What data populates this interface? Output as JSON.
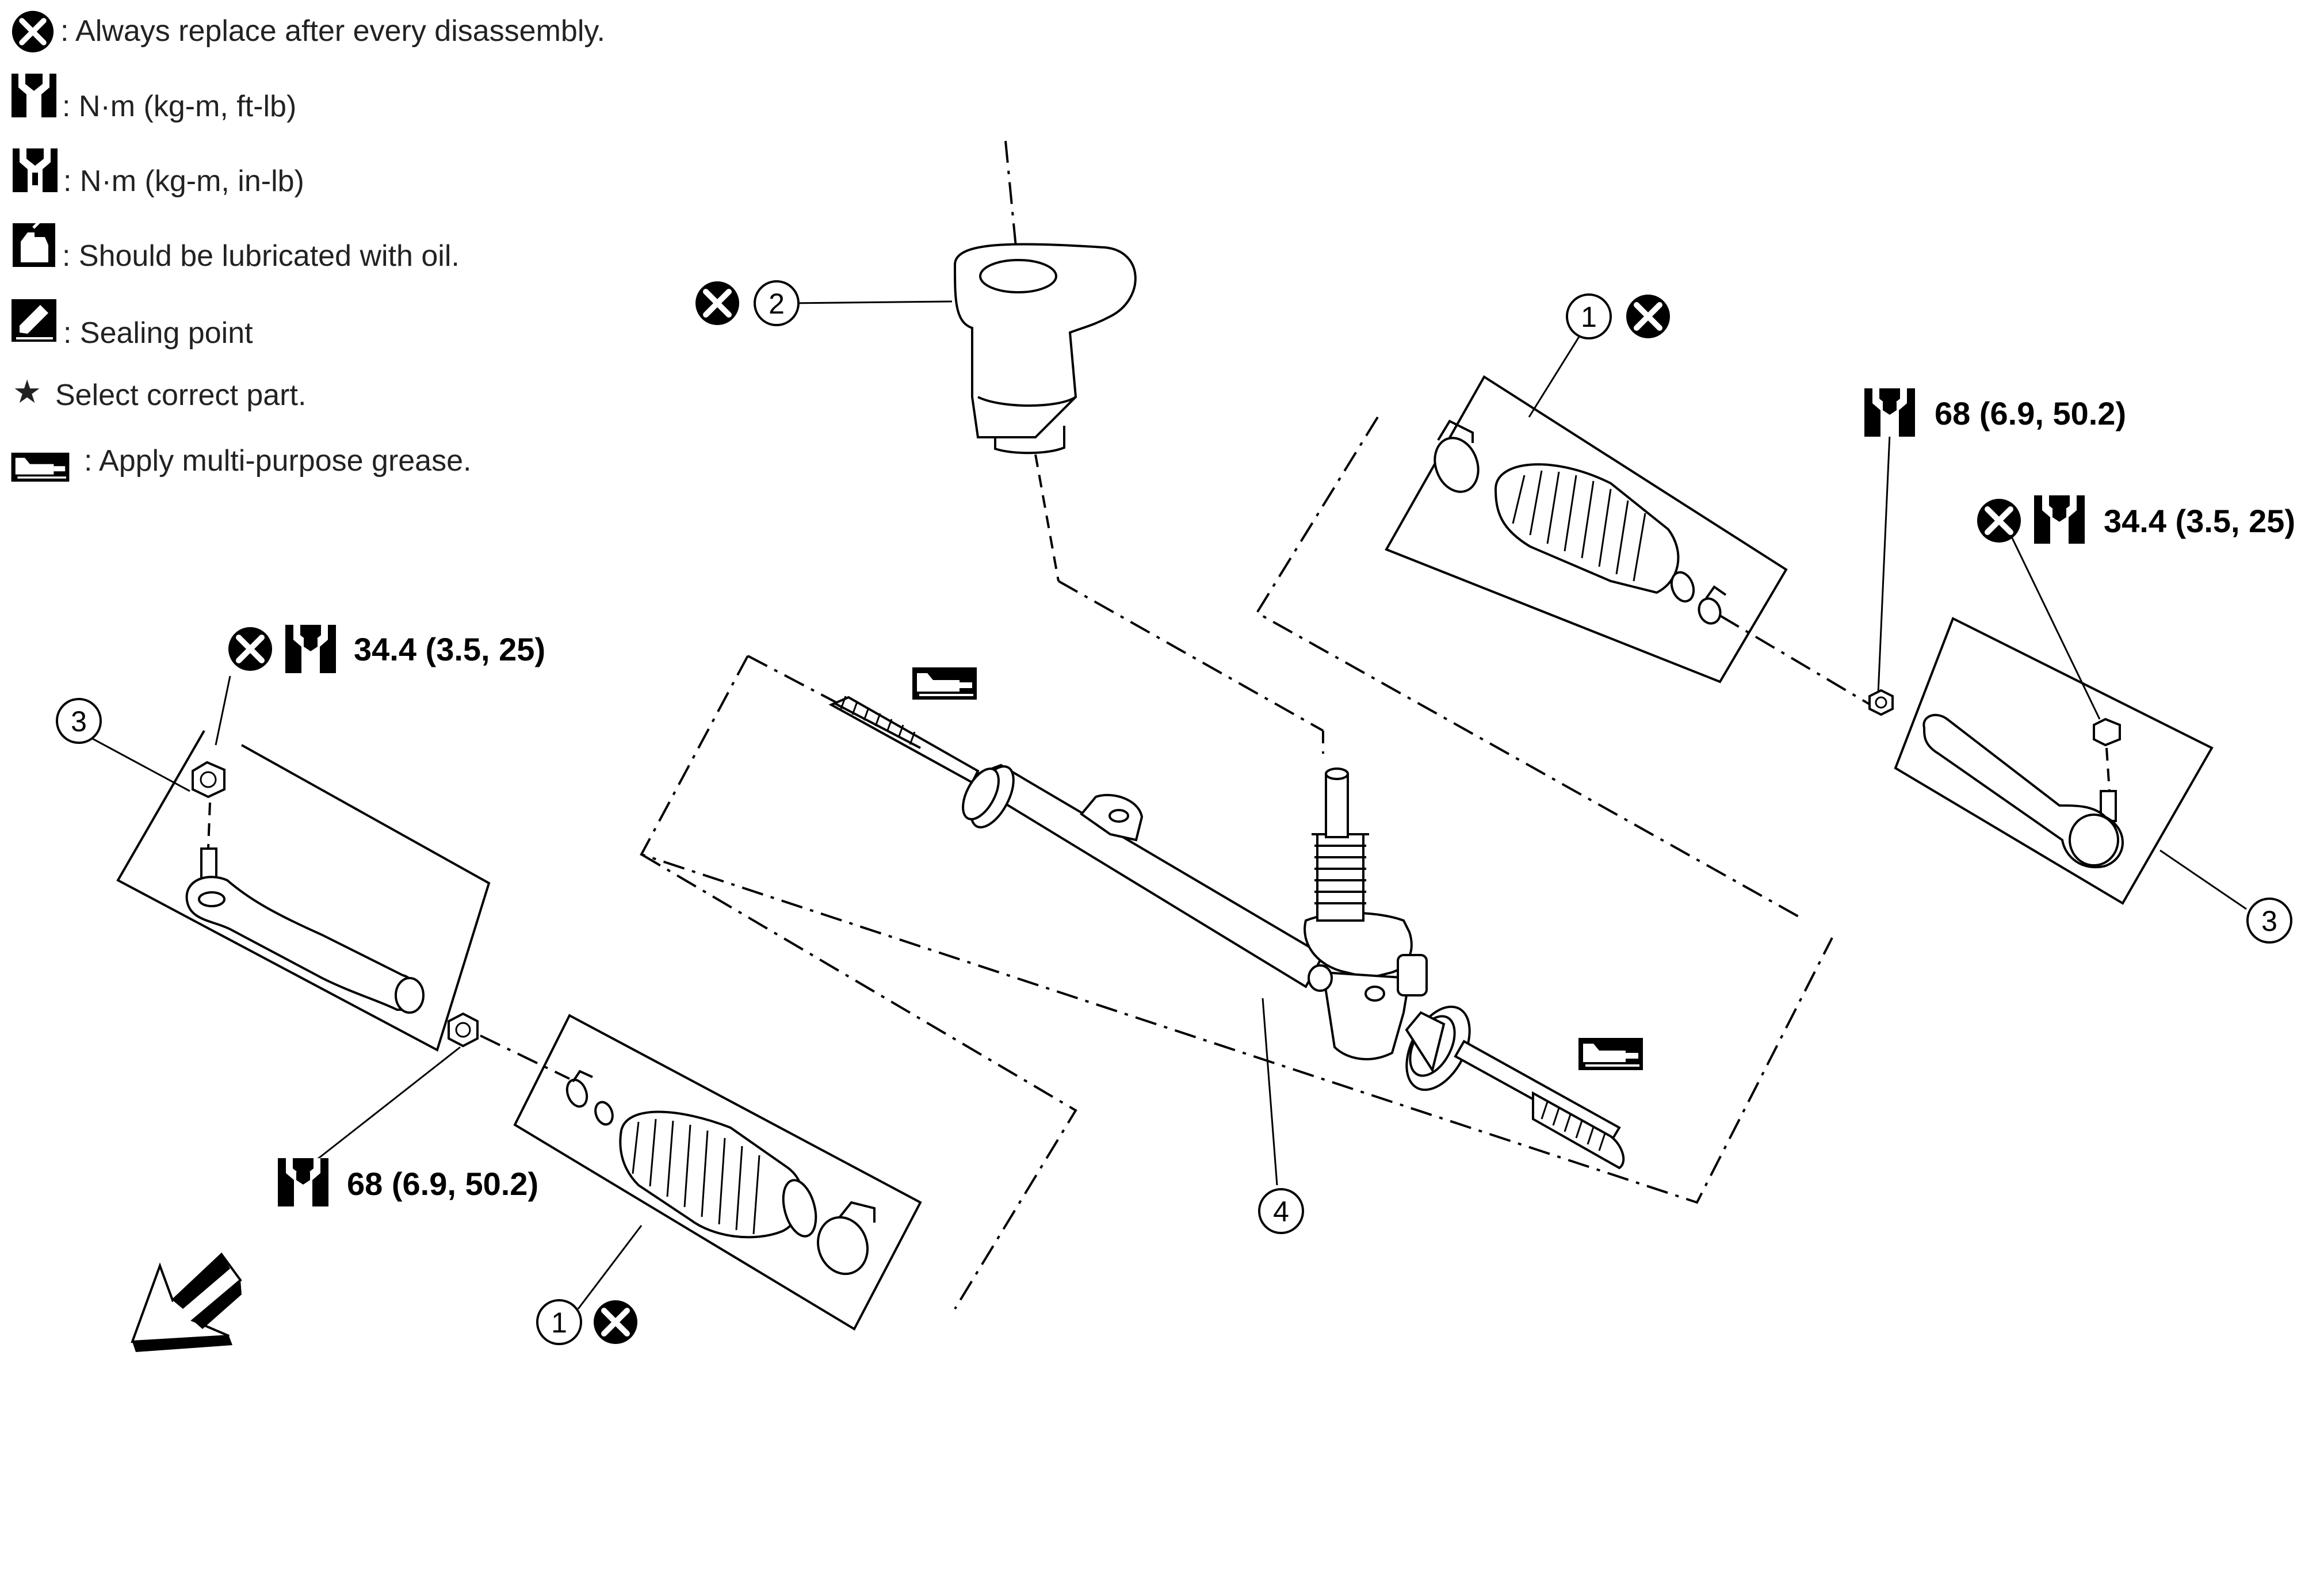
{
  "legend": {
    "replace": ": Always replace after every disassembly.",
    "torque_ft": ": N·m (kg-m, ft-lb)",
    "torque_in": ": N·m (kg-m, in-lb)",
    "oil": ": Should be lubricated with oil.",
    "sealing": ": Sealing point",
    "star_symbol": "★",
    "select": "Select correct part.",
    "grease": ": Apply multi-purpose grease."
  },
  "callouts": {
    "n1": "1",
    "n2": "2",
    "n3": "3",
    "n4": "4"
  },
  "torques": {
    "outer_nut": "34.4 (3.5, 25)",
    "lock_nut": "68 (6.9, 50.2)"
  },
  "icons": [
    "replace-icon",
    "torque-wrench-icon",
    "oil-can-icon",
    "sealing-icon",
    "grease-gun-icon",
    "front-arrow-icon"
  ]
}
